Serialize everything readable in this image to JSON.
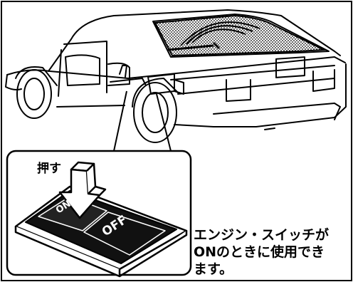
{
  "labels": {
    "push": "押す",
    "switch_left_mark": "ON",
    "switch_right_mark": "OFF"
  },
  "caption": {
    "line1": "エンジン・スイッチが",
    "line2": "ONのときに使用でき",
    "line3": "ます。"
  }
}
